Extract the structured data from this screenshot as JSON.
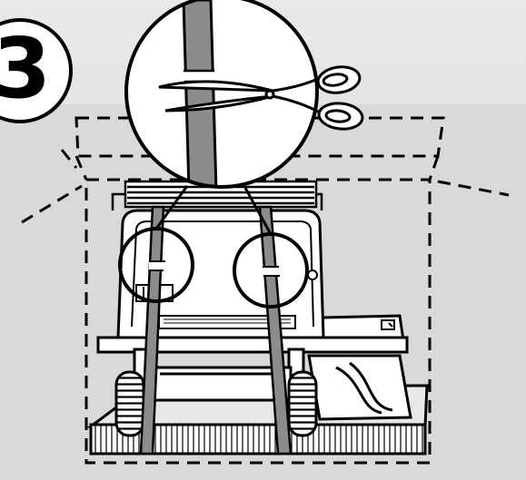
{
  "step": {
    "number": "3"
  },
  "icons": {
    "scissors": "scissors-icon",
    "strap": "strap",
    "grill": "grill-illustration"
  },
  "colors": {
    "background": "#d9d9d9",
    "background_light": "#e6e6e6",
    "line": "#000000",
    "strap": "#8c8c8c",
    "paper": "#ffffff"
  }
}
